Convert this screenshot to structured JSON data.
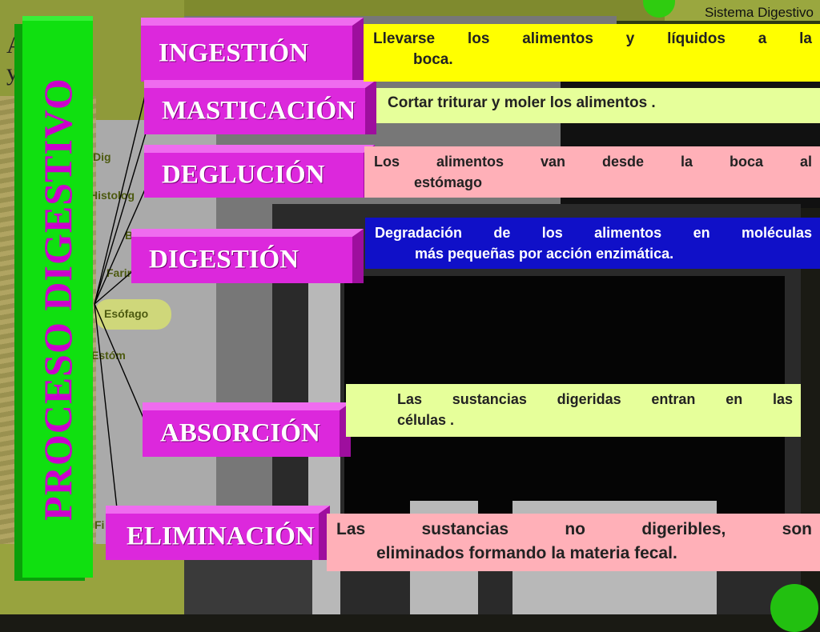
{
  "header": {
    "title": "Sistema Digestivo"
  },
  "left_fragment": {
    "line1": "A",
    "line2": "y"
  },
  "main_title": "PROCESO DIGESTIVO",
  "background_items": [
    "Dig",
    "Histolog",
    "B",
    "Farin",
    "Esófago",
    "Estóm",
    "Fi"
  ],
  "steps": [
    {
      "label": "INGESTIÓN",
      "desc_line1": "Llevarse los alimentos y líquidos a la",
      "desc_line2": "boca."
    },
    {
      "label": "MASTICACIÓN",
      "desc_line1": "Cortar triturar y moler los alimentos .",
      "desc_line2": ""
    },
    {
      "label": "DEGLUCIÓN",
      "desc_line1": "Los alimentos van desde la boca al",
      "desc_line2": "estómago"
    },
    {
      "label": "DIGESTIÓN",
      "desc_line1": "Degradación de los alimentos en moléculas",
      "desc_line2": "más pequeñas por acción enzimática."
    },
    {
      "label": "ABSORCIÓN",
      "desc_line1": "Las sustancias digeridas entran en las",
      "desc_line2": "células ."
    },
    {
      "label": "ELIMINACIÓN",
      "desc_line1": "Las sustancias no digeribles, son",
      "desc_line2": "eliminados formando la materia fecal."
    }
  ],
  "colors": {
    "title_bar": "#10e010",
    "title_text": "#cc00cc",
    "step_box": "#dc28dc",
    "desc_yellow": "#ffff00",
    "desc_lightgreen": "#e6ff9a",
    "desc_pink": "#ffb0b8",
    "desc_blue": "#1010c8"
  }
}
